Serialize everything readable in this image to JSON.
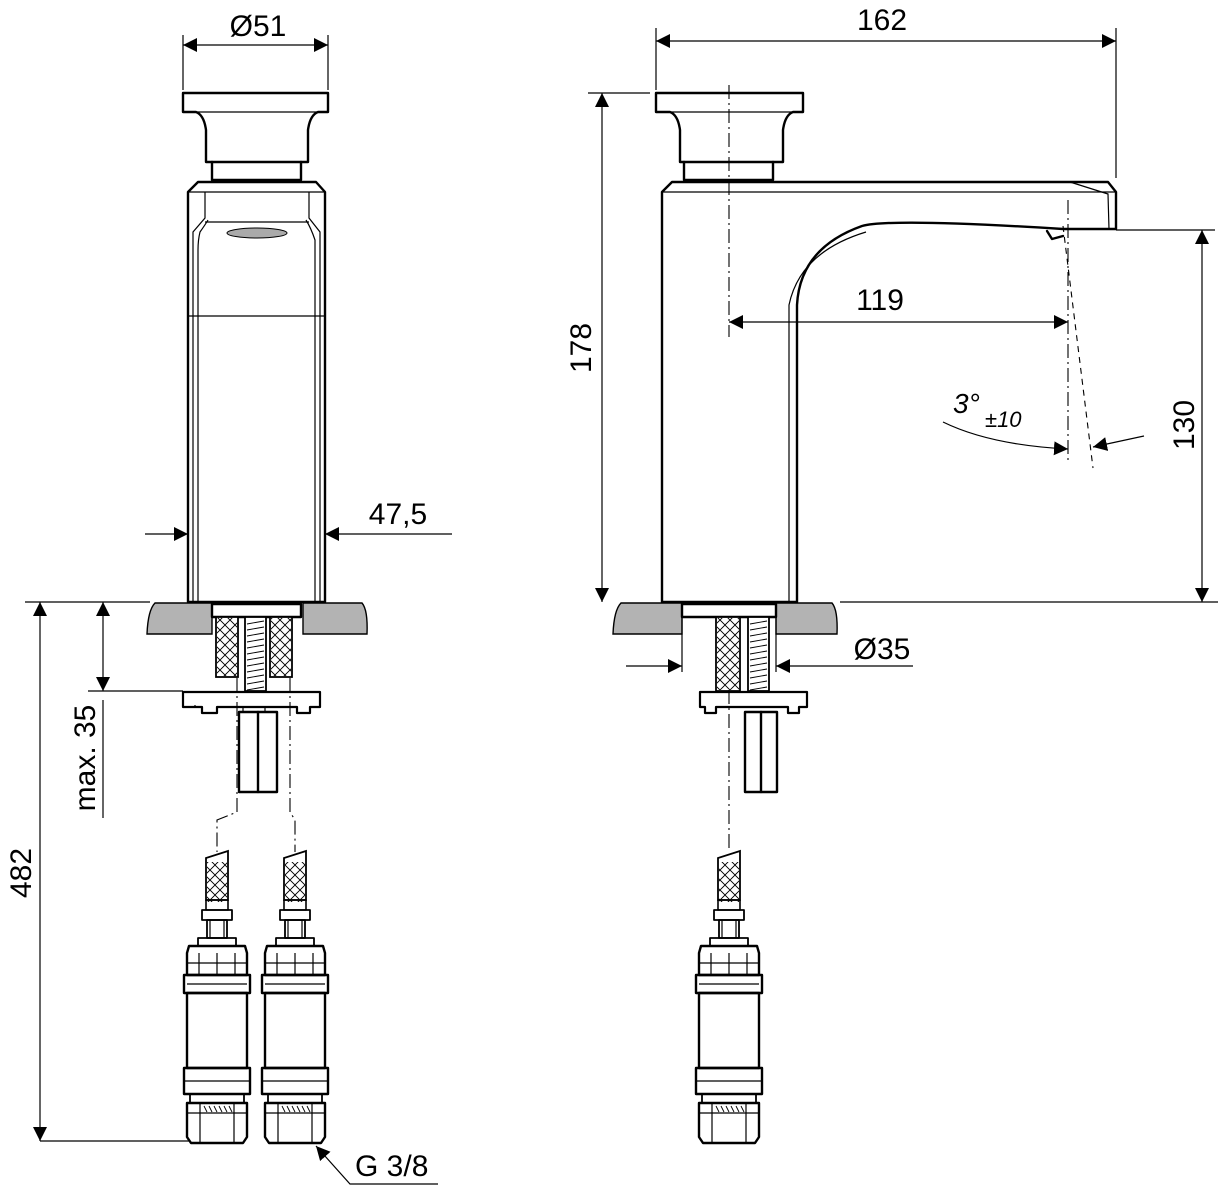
{
  "dimensions": {
    "diameter_head": "Ø51",
    "width_body": "47,5",
    "overall_width": "162",
    "height_total": "178",
    "spout_reach": "119",
    "angle": "3°",
    "angle_tolerance": "±10",
    "spout_height": "130",
    "diameter_base": "Ø35",
    "max_thickness": "max. 35",
    "hose_length": "482",
    "thread": "G 3/8"
  },
  "colors": {
    "line": "#000000",
    "countertop": "#b3b3b3",
    "background": "#ffffff"
  }
}
